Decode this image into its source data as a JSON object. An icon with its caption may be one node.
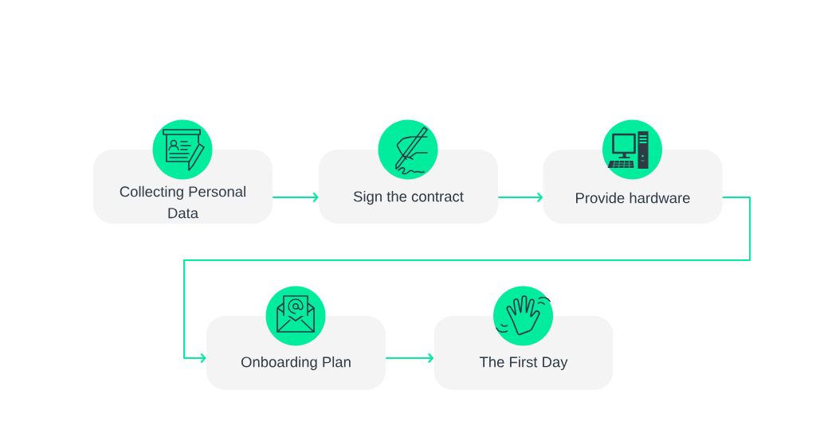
{
  "diagram": {
    "nodes": [
      {
        "text": [
          "Collecting Personal Data"
        ]
      },
      {
        "text": [
          "Sign the contract"
        ]
      },
      {
        "text": [
          "Provide hardware"
        ]
      },
      {
        "text": [
          "Onboarding Plan"
        ]
      },
      {
        "text": [
          "The First Day"
        ]
      }
    ],
    "edges": [
      {
        "from": 0,
        "to": 1,
        "arrow": "to"
      },
      {
        "from": 1,
        "to": 2,
        "arrow": "to"
      },
      {
        "from": 2,
        "to": 3,
        "arrow": "to"
      },
      {
        "from": 3,
        "to": 4,
        "arrow": "to"
      }
    ]
  }
}
